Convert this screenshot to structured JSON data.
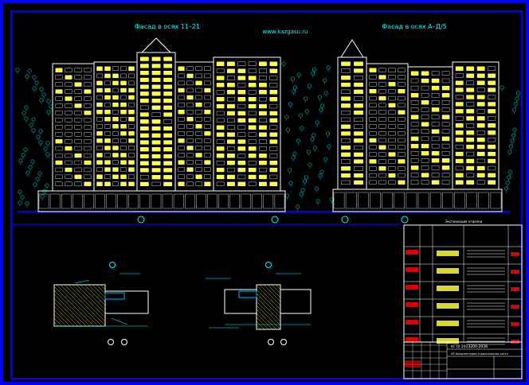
{
  "titles": {
    "left_facade": "Фасад в осях 11–21",
    "right_facade": "Фасад в осях А–Д/5",
    "site": "www.kazgasu.ru"
  },
  "table": {
    "header_label": "Экспликация отделки"
  },
  "title_block": {
    "code_line": "КГТУ   2013200-2038",
    "subtitle_line": "АР  Архитектурно-строительная часть"
  },
  "colors": {
    "frame": "#0000ff",
    "background": "#000000",
    "building_yellow": "#ffff33",
    "building_white": "#ffffff",
    "trees": "#00b3b3",
    "labels": "#00ffff",
    "accent_red": "#ff0000",
    "hatch_green": "#ffff00"
  }
}
